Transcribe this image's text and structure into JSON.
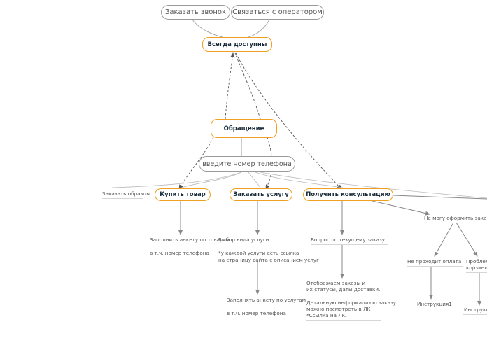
{
  "nodes": {
    "call": "Заказать звонок",
    "operator": "Связаться с оператором",
    "always": "Всегда доступны",
    "appeal": "Обращение",
    "phone_input": "введите номер телефона",
    "samples": "Заказать образцы",
    "buy": "Купить товар",
    "service": "Заказать услугу",
    "consult": "Получить консультацию",
    "buy_form_line1": "Заполнить анкету по товарам",
    "buy_form_line2": "в т.ч. номер телефона",
    "service_choice_line1": "Выбор вида услуги",
    "service_choice_line2": "*у каждой услуги есть ссылка",
    "service_choice_line3": "на страницу сайта с описанием услуг",
    "service_form_line1": "Заполнять анкету по услугам",
    "service_form_line2": "в т.ч. номер телефона",
    "order_question": "Вопрос по текущему заказу",
    "order_info_line1": "Отображаем заказы и",
    "order_info_line2": "их статусы, даты доставки.",
    "order_info_line3": "Детальную информациюю заказу",
    "order_info_line4": "можно посмотреть в ЛК",
    "order_info_line5": "*Ссылка на ЛК.",
    "cant_order": "Не могу оформить заказ",
    "payment_fail": "Не проходит оплата",
    "cart_problem_line1": "Проблем",
    "cart_problem_line2": "корзиной",
    "instruction1": "Инструкция1",
    "instruction2": "Инструкц"
  },
  "colors": {
    "accent": "#f0a020",
    "line": "#888888",
    "dashed": "#555555",
    "text_dark": "#1a2b3c"
  }
}
